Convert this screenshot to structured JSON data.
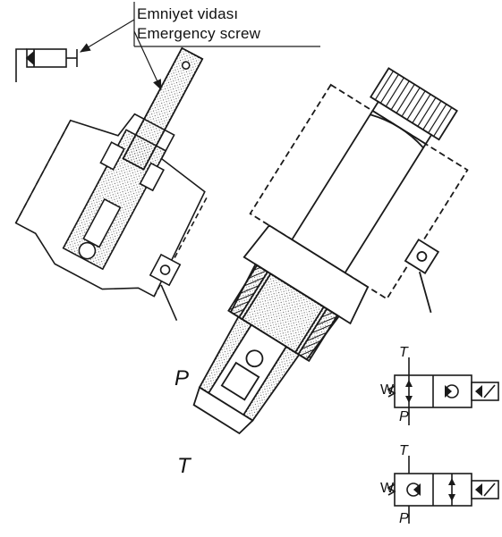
{
  "callout": {
    "line1": "Emniyet vidası",
    "line2": "Emergency screw"
  },
  "ports": {
    "main_p": "P",
    "main_t": "T"
  },
  "symbols": [
    {
      "top_port": "T",
      "bottom_port": "P",
      "spring": "W"
    },
    {
      "top_port": "T",
      "bottom_port": "P",
      "spring": "W"
    }
  ],
  "colors": {
    "line": "#1a1a1a",
    "hatch": "#555555",
    "background": "#ffffff"
  }
}
